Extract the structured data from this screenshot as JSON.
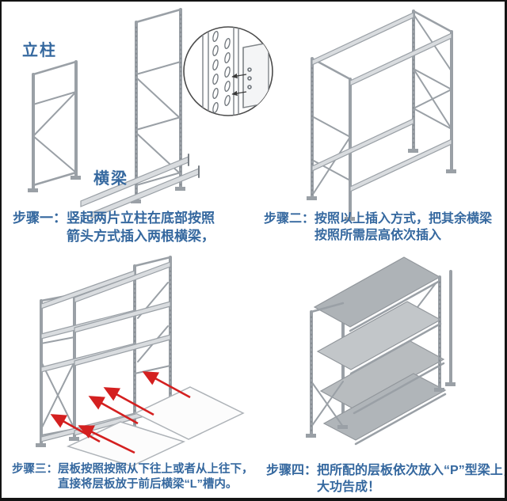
{
  "colors": {
    "text_blue": "#35689f",
    "frame_gray": "#9aa0a6",
    "beam_fill": "#d9dcdf",
    "shelf_gray": "#b3b8bc",
    "arrow_red": "#d42020",
    "border_black": "#141414",
    "background": "#ffffff"
  },
  "labels": {
    "upright": "立柱",
    "beam": "横梁"
  },
  "steps": [
    {
      "id": "step-1",
      "label": "步骤一：",
      "line1": "竖起两片立柱在底部按照",
      "line2": "箭头方式插入两根横梁，"
    },
    {
      "id": "step-2",
      "label": "步骤二：",
      "line1": "按照以上插入方式，把其余横梁",
      "line2": "按照所需层高依次插入"
    },
    {
      "id": "step-3",
      "label": "步骤三：",
      "line1": "层板按照按照从下往上或者从上往下，",
      "line2": "直接将层板放于前后横梁“L”槽内。"
    },
    {
      "id": "step-4",
      "label": "步骤四：",
      "line1": "把所配的层板依次放入“P”型梁上，",
      "line2": "大功告成！"
    }
  ],
  "figures": [
    {
      "name": "step1-two-uprights-and-two-beams"
    },
    {
      "name": "beam-hook-detail-inset"
    },
    {
      "name": "step2-frame-with-beams-inserted"
    },
    {
      "name": "step3-shelf-panels-insert-arrows"
    },
    {
      "name": "step4-completed-rack-with-shelves"
    }
  ]
}
